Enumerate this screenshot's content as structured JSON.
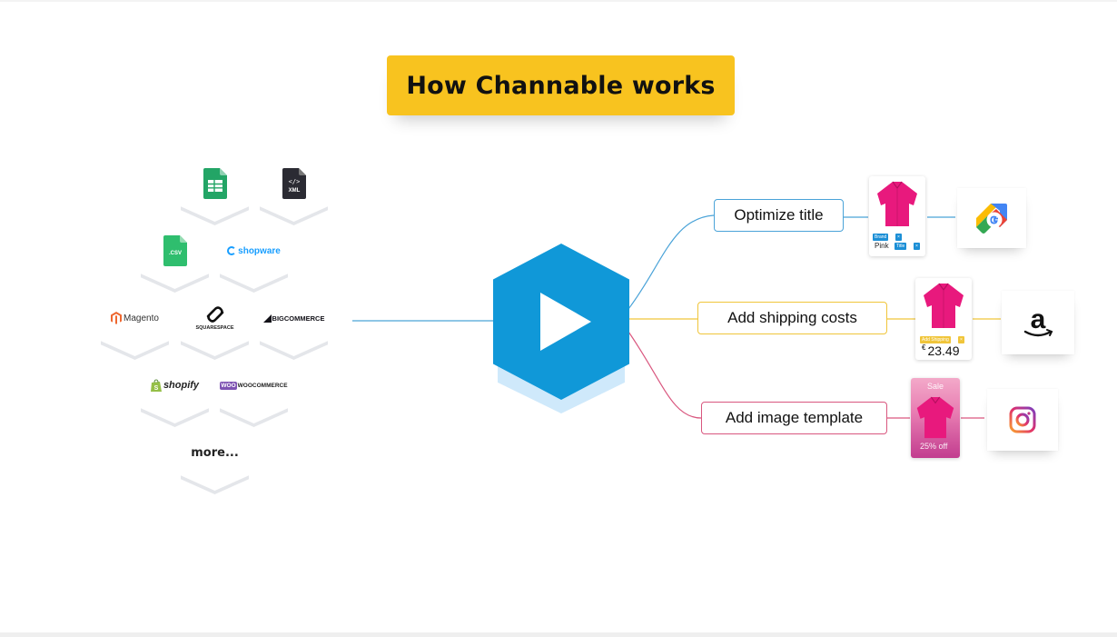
{
  "title": "How Channable works",
  "sources": {
    "csv_label": ".CSV",
    "xml_label": "XML",
    "shopware": "shopware",
    "magento": "Magento",
    "squarespace": "SQUARESPACE",
    "bigcommerce": "BIGCOMMERCE",
    "shopify": "shopify",
    "woocommerce": "WOOCOMMERCE",
    "more": "more..."
  },
  "steps": {
    "optimize": "Optimize title",
    "shipping": "Add shipping costs",
    "image": "Add image template"
  },
  "cards": {
    "brand_tag": "Brand",
    "title_tag": "Title",
    "pink_text": "Pink",
    "shipping_tag": "Add Shipping",
    "price_currency": "€",
    "price_value": "23.49",
    "sale_text": "Sale",
    "discount_text": "25% off"
  },
  "colors": {
    "accent_yellow": "#f8c31f",
    "channable_blue": "#1098d8",
    "line_blue": "#4aa3d8",
    "line_yellow": "#f0c53a",
    "line_pink": "#d9577f",
    "shirt_pink": "#e8197d"
  },
  "channels": [
    "google-shopping-icon",
    "amazon-icon",
    "instagram-icon"
  ]
}
